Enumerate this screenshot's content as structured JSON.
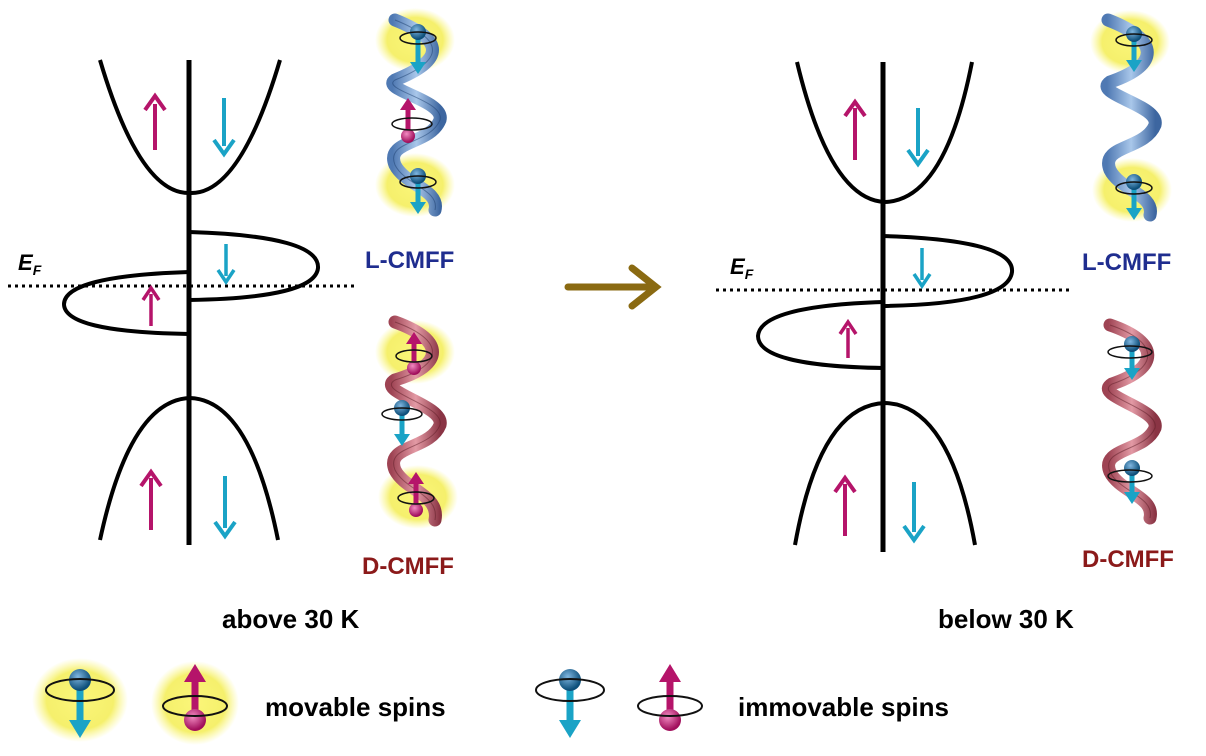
{
  "left_panel": {
    "ef_label": "E",
    "ef_sub": "F",
    "l_label": "L-CMFF",
    "d_label": "D-CMFF",
    "caption": "above 30 K"
  },
  "right_panel": {
    "ef_label": "E",
    "ef_sub": "F",
    "l_label": "L-CMFF",
    "d_label": "D-CMFF",
    "caption": "below 30 K"
  },
  "legend": {
    "movable_label": "movable spins",
    "immovable_label": "immovable spins"
  },
  "colors": {
    "spin_up": "#b5146a",
    "spin_down": "#1aa3c6",
    "l_label": "#1f2d8f",
    "d_label": "#8b1a1a",
    "l_helix": "#7ea7d6",
    "d_helix": "#c96a78",
    "glow": "#f7f26a",
    "arrow": "#8a6a12",
    "line": "#000000"
  }
}
